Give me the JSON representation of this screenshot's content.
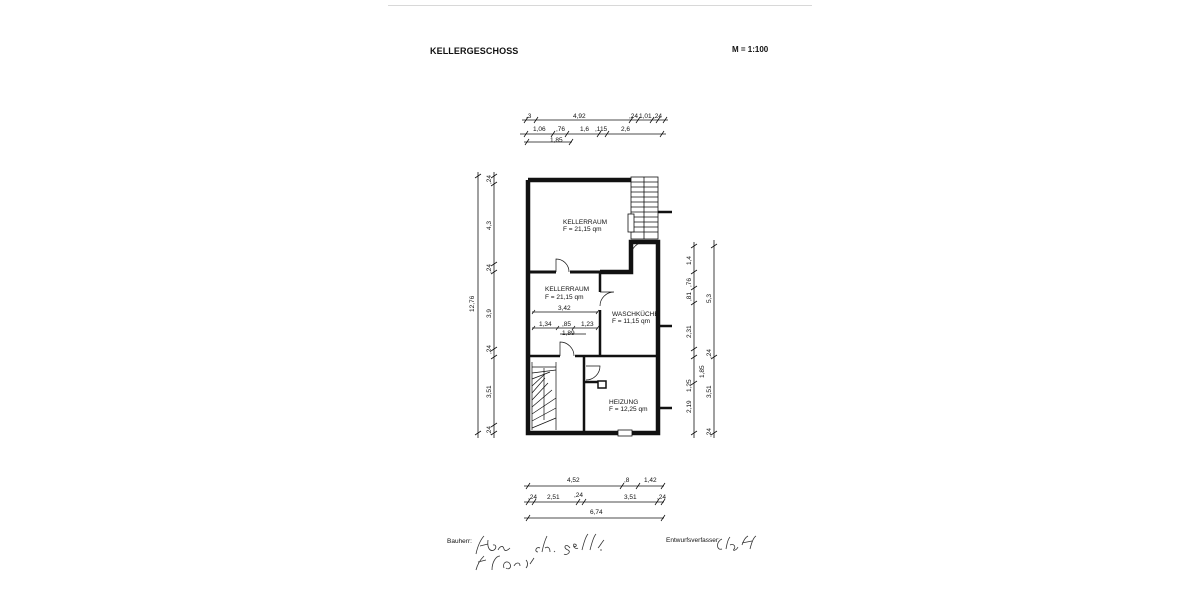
{
  "header": {
    "title": "KELLERGESCHOSS",
    "scale": "M = 1:100"
  },
  "rooms": {
    "kellerraum_1": {
      "name": "KELLERRAUM",
      "area": "F = 21,15 qm"
    },
    "kellerraum_2": {
      "name": "KELLERRAUM",
      "area": "F = 21,15 qm"
    },
    "waschkueche": {
      "name": "WASCHKÜCHE",
      "area": "F = 11,15 qm"
    },
    "heizung": {
      "name": "HEIZUNG",
      "area": "F = 12,25 qm"
    }
  },
  "dims": {
    "top_row1": [
      ",3",
      "4,92",
      ",24",
      "1,01",
      ",24"
    ],
    "top_row2": [
      "1,06",
      ",76",
      "1,6",
      ",115",
      "2,6"
    ],
    "top_row3": [
      "1,85"
    ],
    "left_total": "12,76",
    "left": [
      ",24",
      "4,3",
      ",24",
      "3,9",
      ",24",
      "3,51",
      ",24"
    ],
    "right_inner": [
      "1,4",
      ",76",
      ",81",
      "2,31",
      ",24",
      "1,85",
      "1,25",
      "2,19",
      ",24"
    ],
    "right_outer": [
      "5,3",
      "3,51"
    ],
    "inner_room": [
      "3,42",
      "1,34",
      ",85",
      "1,23",
      "1,89"
    ],
    "bottom_row1": [
      "4,52",
      ",8",
      "1,42"
    ],
    "bottom_row2": [
      ",24",
      "2,51",
      ",24",
      "3,51",
      ",24"
    ],
    "bottom_total": "6,74"
  },
  "footer": {
    "bauherr_label": "Bauherr:",
    "entwurf_label": "Entwurfsverfasser:"
  }
}
